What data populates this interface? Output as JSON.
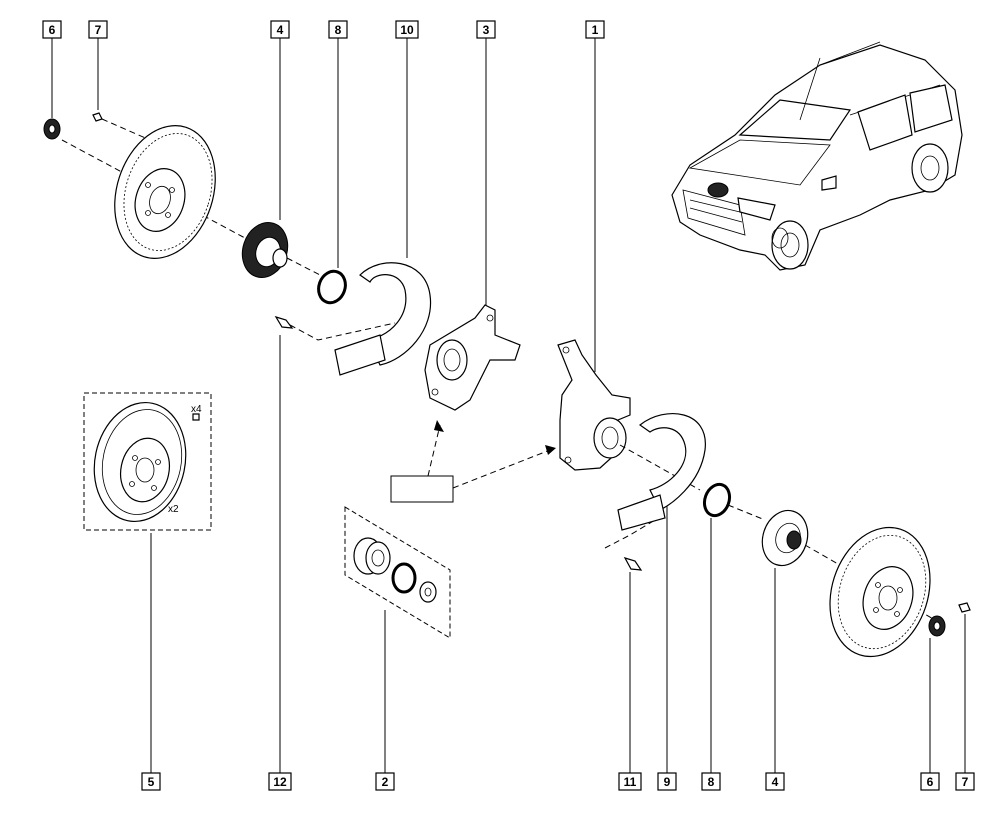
{
  "callouts": {
    "top": [
      "6",
      "7",
      "4",
      "8",
      "10",
      "3",
      "1"
    ],
    "bottom": [
      "5",
      "12",
      "2",
      "11",
      "9",
      "8",
      "4",
      "6",
      "7"
    ]
  },
  "kit_labels": {
    "bolt_qty": "x4",
    "disc_qty": "x2"
  }
}
